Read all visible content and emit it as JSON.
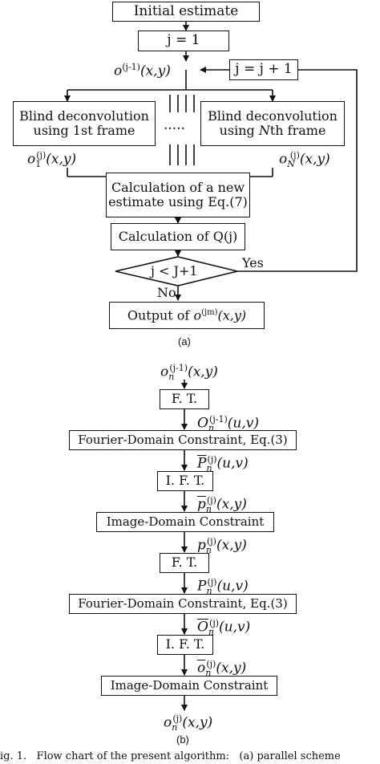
{
  "diagram_a": {
    "initial_estimate": "Initial estimate",
    "j_init": "j = 1",
    "j_increment": "j = j + 1",
    "estimate_in": {
      "base": "o",
      "sup": "(j-1)",
      "args": "(x,y)"
    },
    "blind_first": "Blind deconvolution using 1st frame",
    "blind_first_l1": "Blind deconvolution",
    "blind_first_l2": "using 1st frame",
    "ellipsis": ".....",
    "blind_nth_l1": "Blind deconvolution",
    "blind_nth_l2_pre": "using ",
    "blind_nth_l2_it": "N",
    "blind_nth_l2_post": "th frame",
    "out_1": {
      "base": "o",
      "sub": "1",
      "sup": "(j)",
      "args": "(x,y)"
    },
    "out_N": {
      "base": "o",
      "sub": "N",
      "sup": "(j)",
      "args": "(x,y)"
    },
    "calc_new_l1": "Calculation of a new",
    "calc_new_l2": "estimate using Eq.(7)",
    "calc_q": "Calculation of Q(j)",
    "decision": "j < J+1",
    "yes": "Yes",
    "no": "No",
    "output_pre": "Output of ",
    "output_var": {
      "base": "o",
      "sup": "(jm)",
      "args": "(x,y)"
    },
    "caption": "(a)"
  },
  "diagram_b": {
    "input": {
      "base": "o",
      "sub": "n",
      "sup": "(j-1)",
      "args": "(x,y)"
    },
    "ft1": "F. T.",
    "O_prev": {
      "base": "O",
      "sub": "n",
      "sup": "(j-1)",
      "args": "(u,v)"
    },
    "fourier1": "Fourier-Domain Constraint, Eq.(3)",
    "P_bar": {
      "base": "P",
      "sub": "n",
      "sup": "(j)",
      "args": "(u,v)"
    },
    "ift1": "I. F. T.",
    "p_bar": {
      "base": "p",
      "sub": "n",
      "sup": "(j)",
      "args": "(x,y)"
    },
    "image1": "Image-Domain Constraint",
    "p_n": {
      "base": "p",
      "sub": "n",
      "sup": "(j)",
      "args": "(x,y)"
    },
    "ft2": "F. T.",
    "P_n": {
      "base": "P",
      "sub": "n",
      "sup": "(j)",
      "args": "(u,v)"
    },
    "fourier2": "Fourier-Domain Constraint, Eq.(3)",
    "O_bar": {
      "base": "O",
      "sub": "n",
      "sup": "(j)",
      "args": "(u,v)"
    },
    "ift2": "I. F. T.",
    "o_bar": {
      "base": "o",
      "sub": "n",
      "sup": "(j)",
      "args": "(x,y)"
    },
    "image2": "Image-Domain Constraint",
    "output": {
      "base": "o",
      "sub": "n",
      "sup": "(j)",
      "args": "(x,y)"
    },
    "caption": "(b)"
  },
  "figure_caption": "ig. 1.   Flow chart of the present algorithm:   (a) parallel scheme"
}
